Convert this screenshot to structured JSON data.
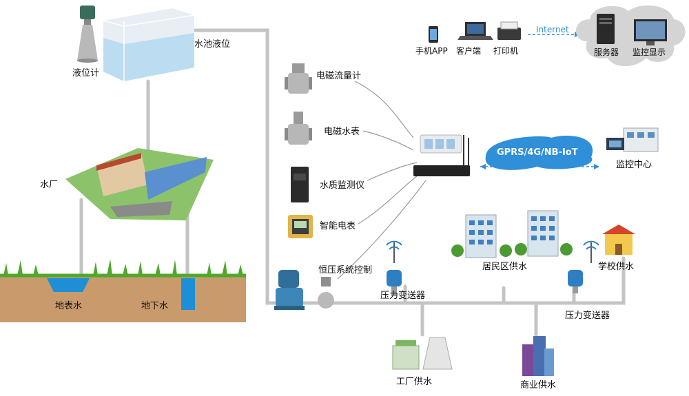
{
  "labels": {
    "level_meter": "液位计",
    "pool_level": "水池液位",
    "water_plant": "水厂",
    "surface_water": "地表水",
    "ground_water": "地下水",
    "em_flowmeter": "电磁流量计",
    "em_watermeter": "电磁水表",
    "water_quality": "水质监测仪",
    "smart_meter": "智能电表",
    "const_pressure": "恒压系统控制",
    "pressure_tx_1": "压力变送器",
    "pressure_tx_2": "压力变送器",
    "residential": "居民区供水",
    "school": "学校供水",
    "factory": "工厂供水",
    "commercial": "商业供水",
    "mobile_app": "手机APP",
    "client": "客户端",
    "printer": "打印机",
    "server": "服务器",
    "monitor_display": "监控显示",
    "monitor_center": "监控中心",
    "internet": "Internet",
    "gprs": "GPRS/4G/NB-IoT"
  },
  "colors": {
    "pipe": "#c9c9c9",
    "water": "#1e8fd6",
    "soil": "#c99a6b",
    "grass": "#4fa82e",
    "link": "#2f8fd8",
    "cloud": "#cfcfcf"
  }
}
